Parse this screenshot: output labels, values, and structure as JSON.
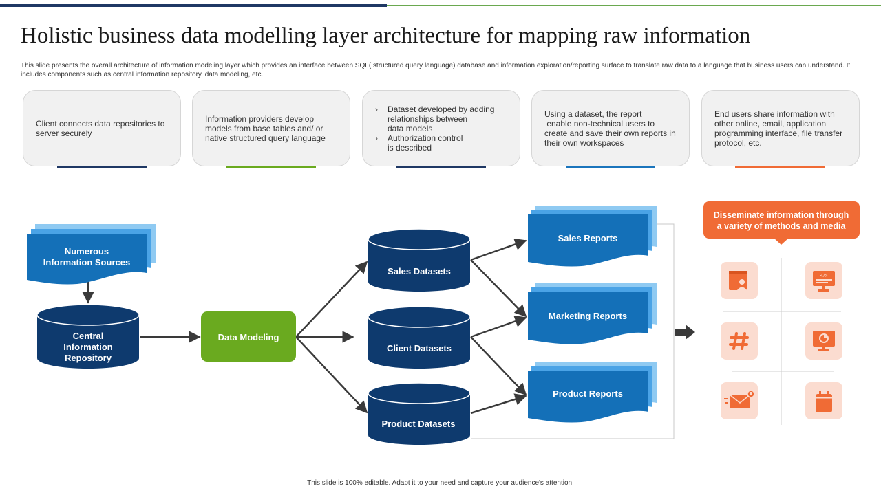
{
  "slide": {
    "title": "Holistic business data modelling layer architecture for mapping raw information",
    "subtitle": "This slide presents the overall architecture of information modeling layer which provides an interface between SQL( structured query language) database and information exploration/reporting surface to  translate raw data to a language that business users can understand. It includes components such as central information repository, data modeling,  etc.",
    "footer": "This slide is 100% editable.  Adapt it to your need and capture your audience's attention."
  },
  "cards": [
    {
      "lines": [
        "Client connects data repositories to",
        "server securely"
      ],
      "accent": "#1f3864"
    },
    {
      "lines": [
        "Information providers develop",
        "models from base tables and/ or",
        "native structured query language"
      ],
      "accent": "#6aaa1f"
    },
    {
      "bullets": [
        [
          "Dataset developed by adding",
          "relationships between",
          "data models"
        ],
        [
          "Authorization control",
          "is described"
        ]
      ],
      "accent": "#1f3864"
    },
    {
      "lines": [
        "Using a dataset, the report",
        " enable non-technical users to",
        "create and save their own reports in",
        "their own workspaces"
      ],
      "accent": "#1b75bc"
    },
    {
      "lines": [
        "End users share information with",
        "other online, email, application",
        "programming interface, file transfer",
        "protocol, etc."
      ],
      "accent": "#f06b35"
    }
  ],
  "diagram": {
    "sources": [
      "Numerous",
      "Information Sources"
    ],
    "repository": [
      "Central",
      "Information",
      "Repository"
    ],
    "modeling": "Data Modeling",
    "datasets": [
      "Sales Datasets",
      "Client Datasets",
      "Product Datasets"
    ],
    "reports": [
      "Sales Reports",
      "Marketing Reports",
      "Product Reports"
    ],
    "disseminate": [
      "Disseminate information through",
      "a variety of methods and media"
    ],
    "icons": [
      "user-profile-icon",
      "code-monitor-icon",
      "hashtag-icon",
      "presentation-monitor-icon",
      "email-notification-icon",
      "calendar-icon"
    ]
  },
  "colors": {
    "navy": "#0e3a6e",
    "blue": "#1470b8",
    "light_blue": "#5fb3ea",
    "green": "#6aaa1f",
    "orange": "#f06b35",
    "icon_bg": "#fbdcd0",
    "icon_fg": "#f06b35"
  }
}
